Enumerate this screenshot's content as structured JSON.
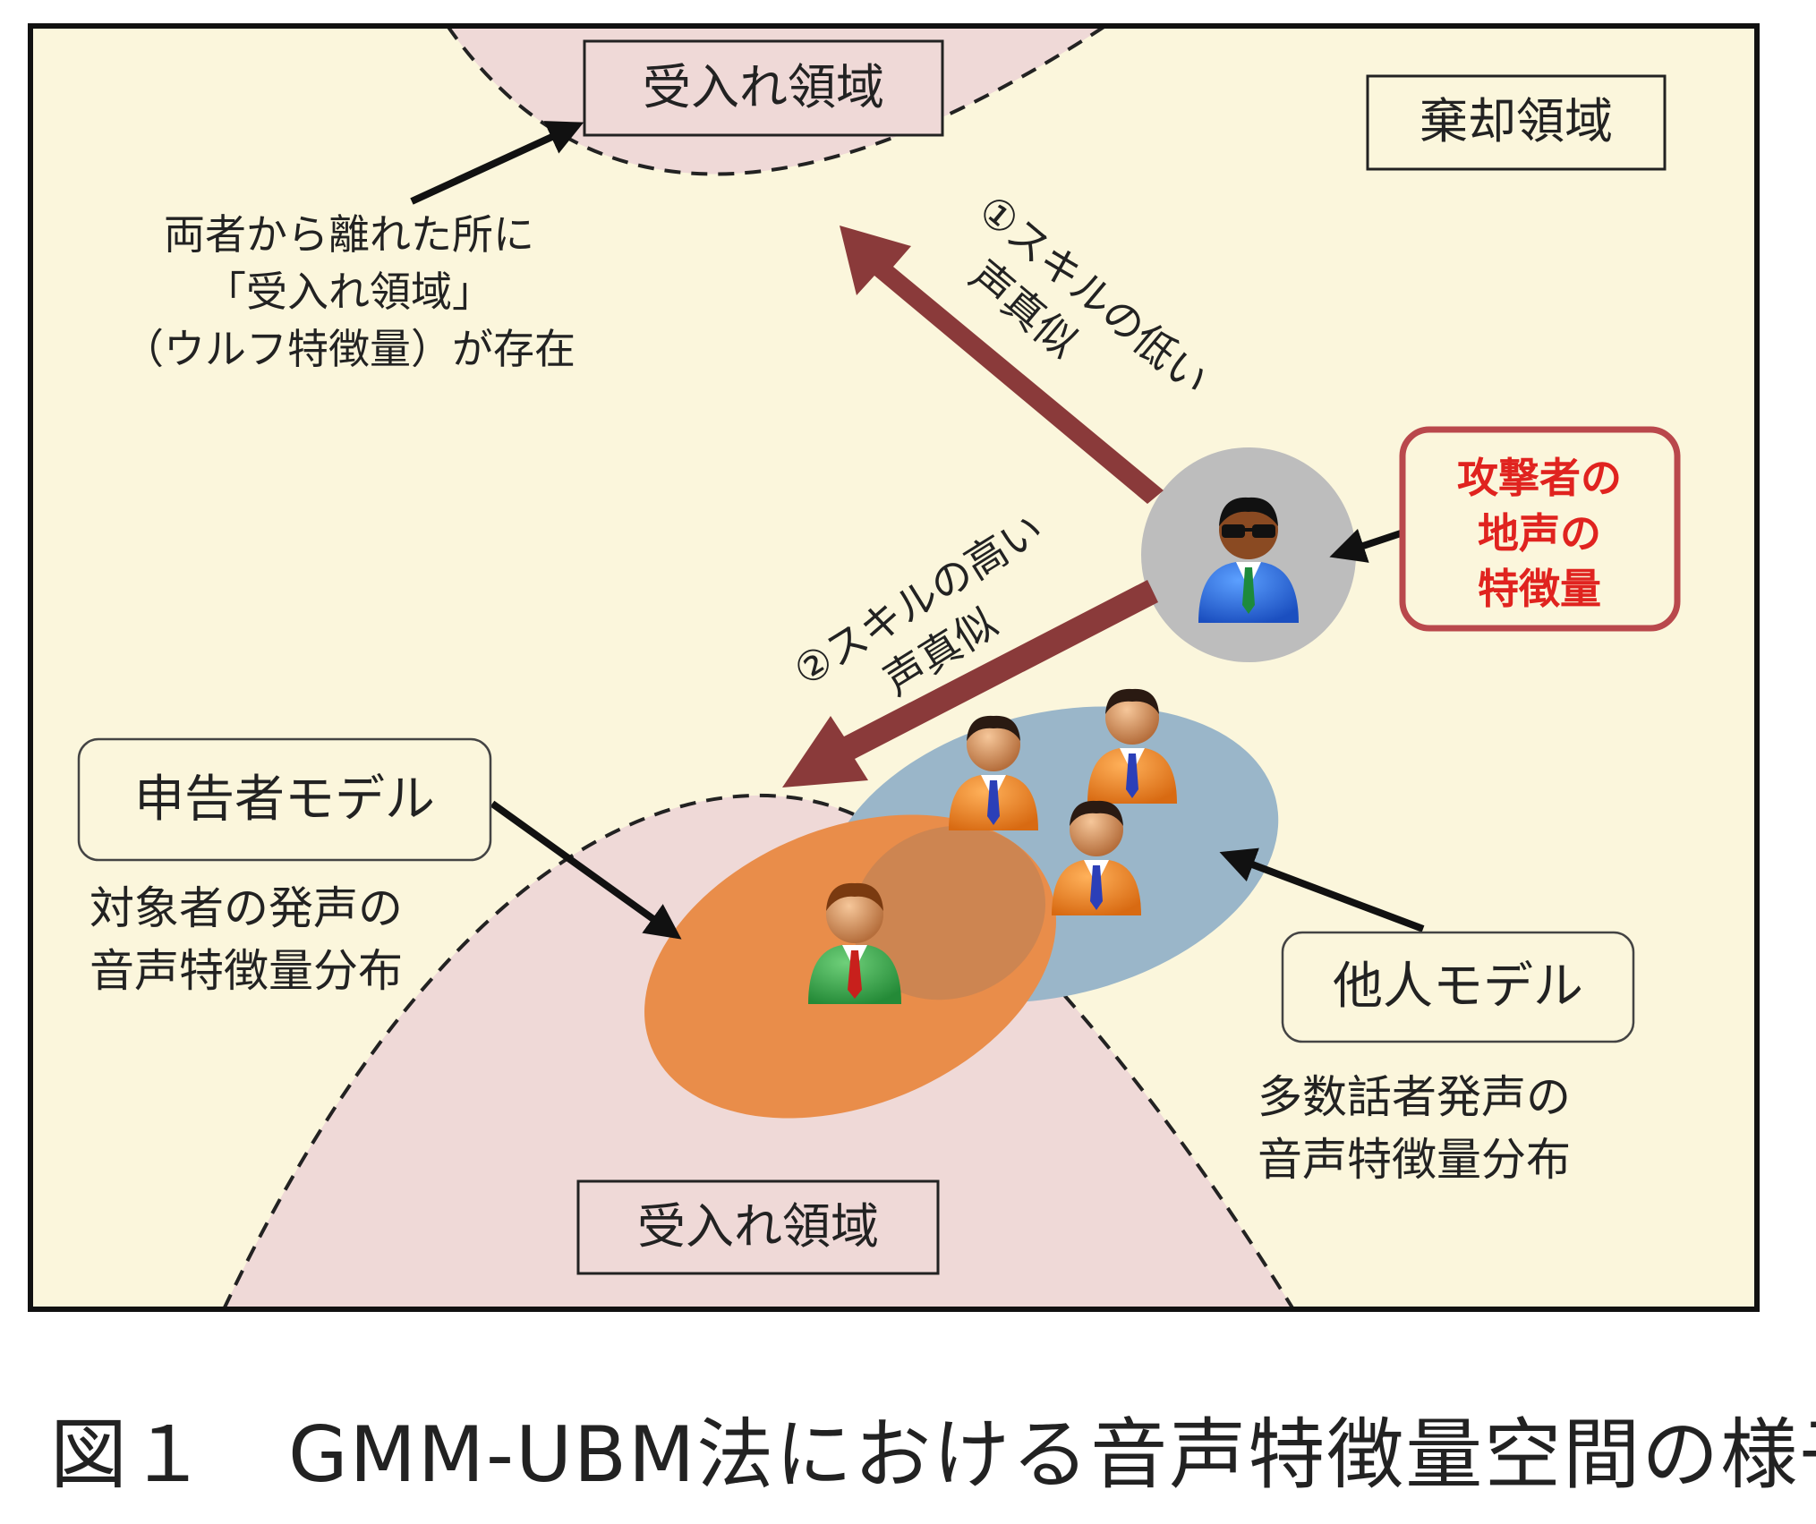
{
  "diagram": {
    "accept_top_label": "受入れ領域",
    "accept_bottom_label": "受入れ領域",
    "reject_label": "棄却領域",
    "wolf_note": [
      "両者から離れた所に",
      "「受入れ領域」",
      "（ウルフ特徴量）が存在"
    ],
    "arrow_low_skill": [
      "①スキルの低い",
      "声真似"
    ],
    "arrow_high_skill": [
      "②スキルの高い",
      "声真似"
    ],
    "attacker_label": [
      "攻撃者の",
      "地声の",
      "特徴量"
    ],
    "claimant_model_label": "申告者モデル",
    "claimant_desc": [
      "対象者の発声の",
      "音声特徴量分布"
    ],
    "others_model_label": "他人モデル",
    "others_desc": [
      "多数話者発声の",
      "音声特徴量分布"
    ]
  },
  "caption": {
    "number": "図１",
    "text": "GMM-UBM法における音声特徴量空間の様子"
  },
  "colors": {
    "background": "#fbf6dc",
    "accept_region": "#efd9d7",
    "arrow": "#8a3a3a",
    "attacker_text": "#e0231f",
    "claimant_ellipse": "#e98d4a",
    "others_ellipse": "#9ab6c9"
  }
}
